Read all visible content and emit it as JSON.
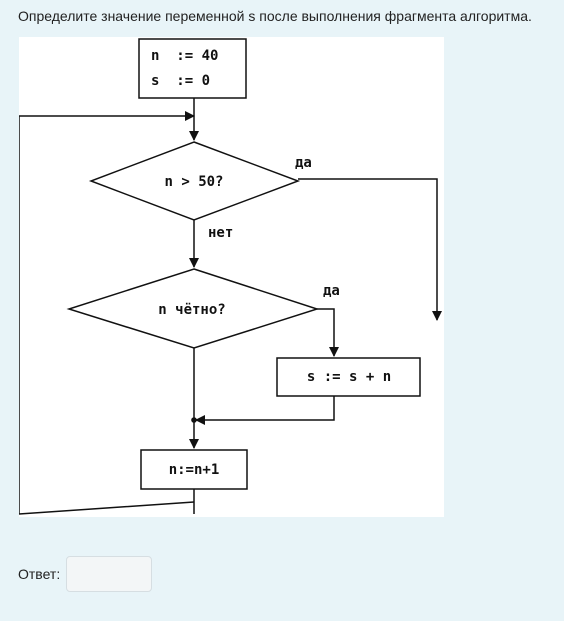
{
  "question": "Определите значение переменной s после выполнения фрагмента алгоритма.",
  "flowchart": {
    "init_line1": "n  := 40",
    "init_line2": "s  := 0",
    "cond1": "n > 50?",
    "cond1_yes": "да",
    "cond1_no": "нет",
    "cond2": "n чётно?",
    "cond2_yes": "да",
    "action": "s := s + n",
    "increment": "n:=n+1"
  },
  "answer": {
    "label": "Ответ:",
    "value": "",
    "placeholder": ""
  }
}
